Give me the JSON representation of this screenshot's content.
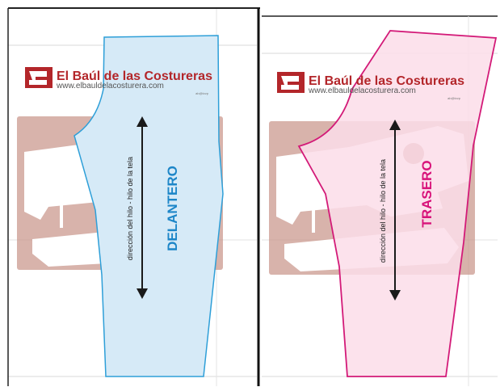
{
  "panels": [
    {
      "key": "front",
      "piece_label": "DELANTERO",
      "piece_color": "#1d86c8",
      "pattern_fill": "#d6eaf7",
      "pattern_stroke": "#2e9fd8"
    },
    {
      "key": "back",
      "piece_label": "TRASERO",
      "piece_color": "#d8137a",
      "pattern_fill": "#fbdde9",
      "pattern_stroke": "#d31a78"
    }
  ],
  "brand": {
    "name": "El Baúl de las Costureras",
    "url": "www.elbauldelacosturera.com",
    "small": "ab@lovp",
    "color": "#b3262a"
  },
  "grain": {
    "text_left": "dirección del hilo",
    "separator": "-",
    "text_right": "hilo de la tela"
  },
  "colors": {
    "watermark": "#c9958a"
  }
}
